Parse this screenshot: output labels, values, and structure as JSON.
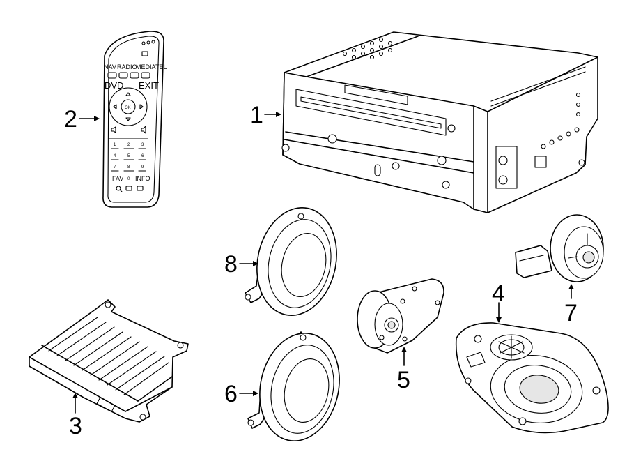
{
  "diagram": {
    "callouts": [
      "1",
      "2",
      "3",
      "4",
      "5",
      "6",
      "7",
      "8"
    ],
    "remote": {
      "top_row": [
        "NAV",
        "RADIO",
        "MEDIA",
        "TEL"
      ],
      "left_label": "DVD",
      "right_label": "EXIT",
      "center_label": "OK",
      "keys": [
        "1",
        "2",
        "3",
        "4",
        "5",
        "6",
        "7",
        "8",
        "9"
      ],
      "bottom_left": "FAV",
      "bottom_mid": "0",
      "bottom_right": "INFO"
    },
    "parts": [
      "radio-head-unit",
      "remote-control",
      "amplifier",
      "subwoofer-speaker",
      "tweeter",
      "door-speaker",
      "tweeter-round",
      "door-speaker-front"
    ]
  }
}
